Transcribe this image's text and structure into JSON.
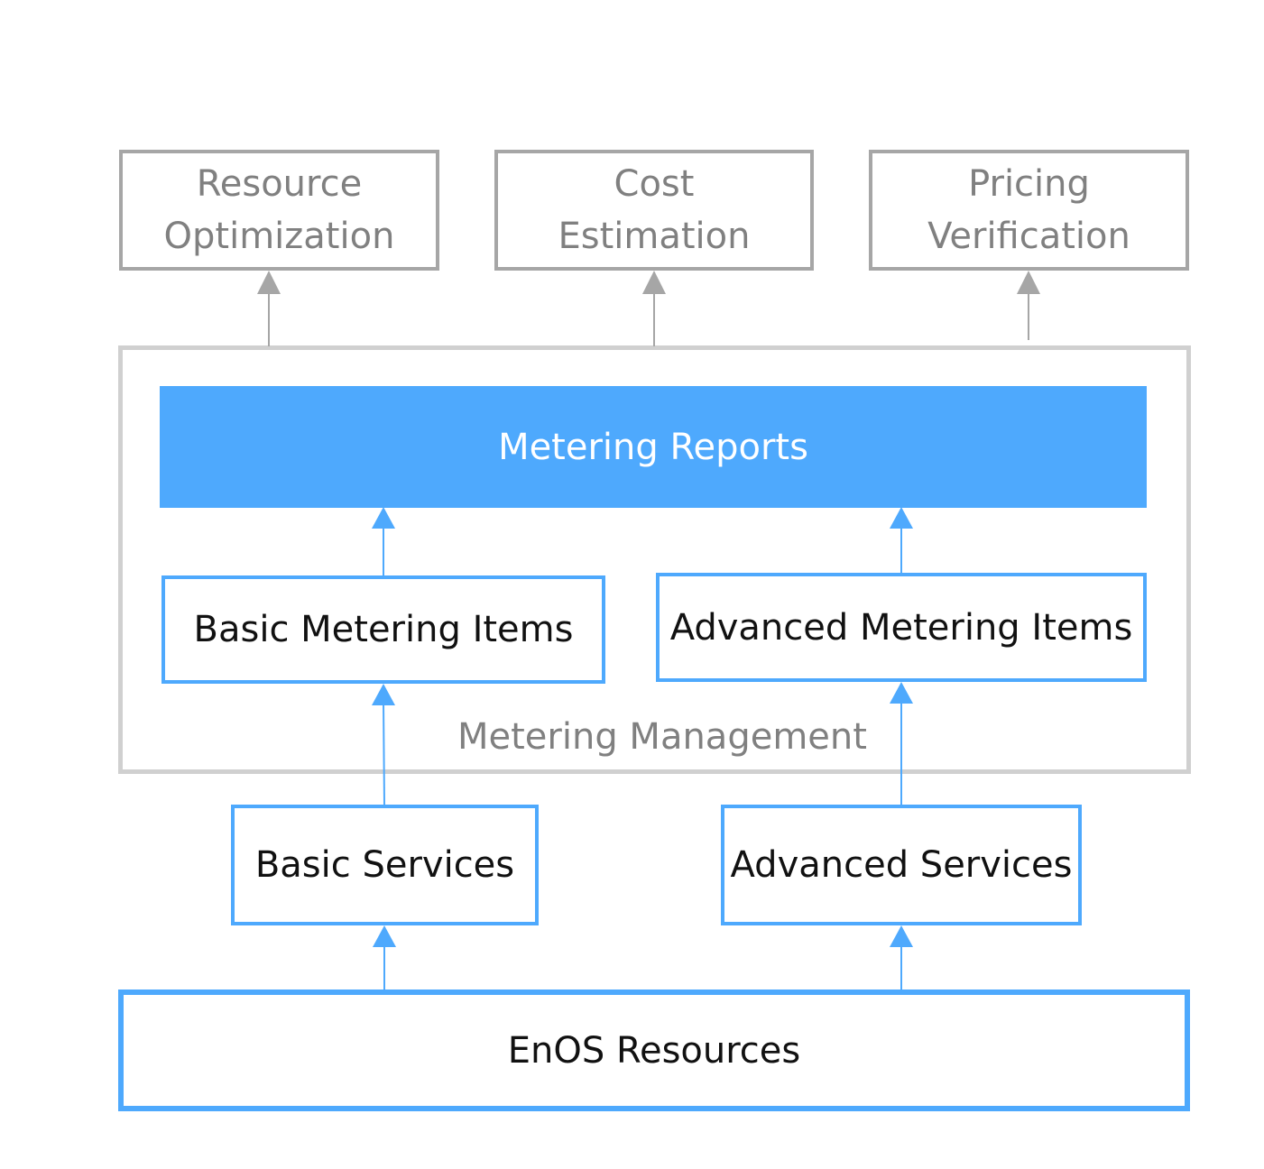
{
  "consumers": [
    {
      "line1": "Resource",
      "line2": "Optimization"
    },
    {
      "line1": "Cost",
      "line2": "Estimation"
    },
    {
      "line1": "Pricing",
      "line2": "Verification"
    }
  ],
  "metering_management": {
    "label": "Metering Management",
    "reports": "Metering Reports",
    "basic_items": "Basic Metering Items",
    "advanced_items": "Advanced Metering Items"
  },
  "services": {
    "basic": "Basic Services",
    "advanced": "Advanced Services"
  },
  "resources": "EnOS Resources",
  "colors": {
    "accent_blue": "#4ea9fd",
    "gray_border": "#a6a6a6",
    "gray_text": "#808080",
    "frame_gray": "#d0d0d0"
  }
}
